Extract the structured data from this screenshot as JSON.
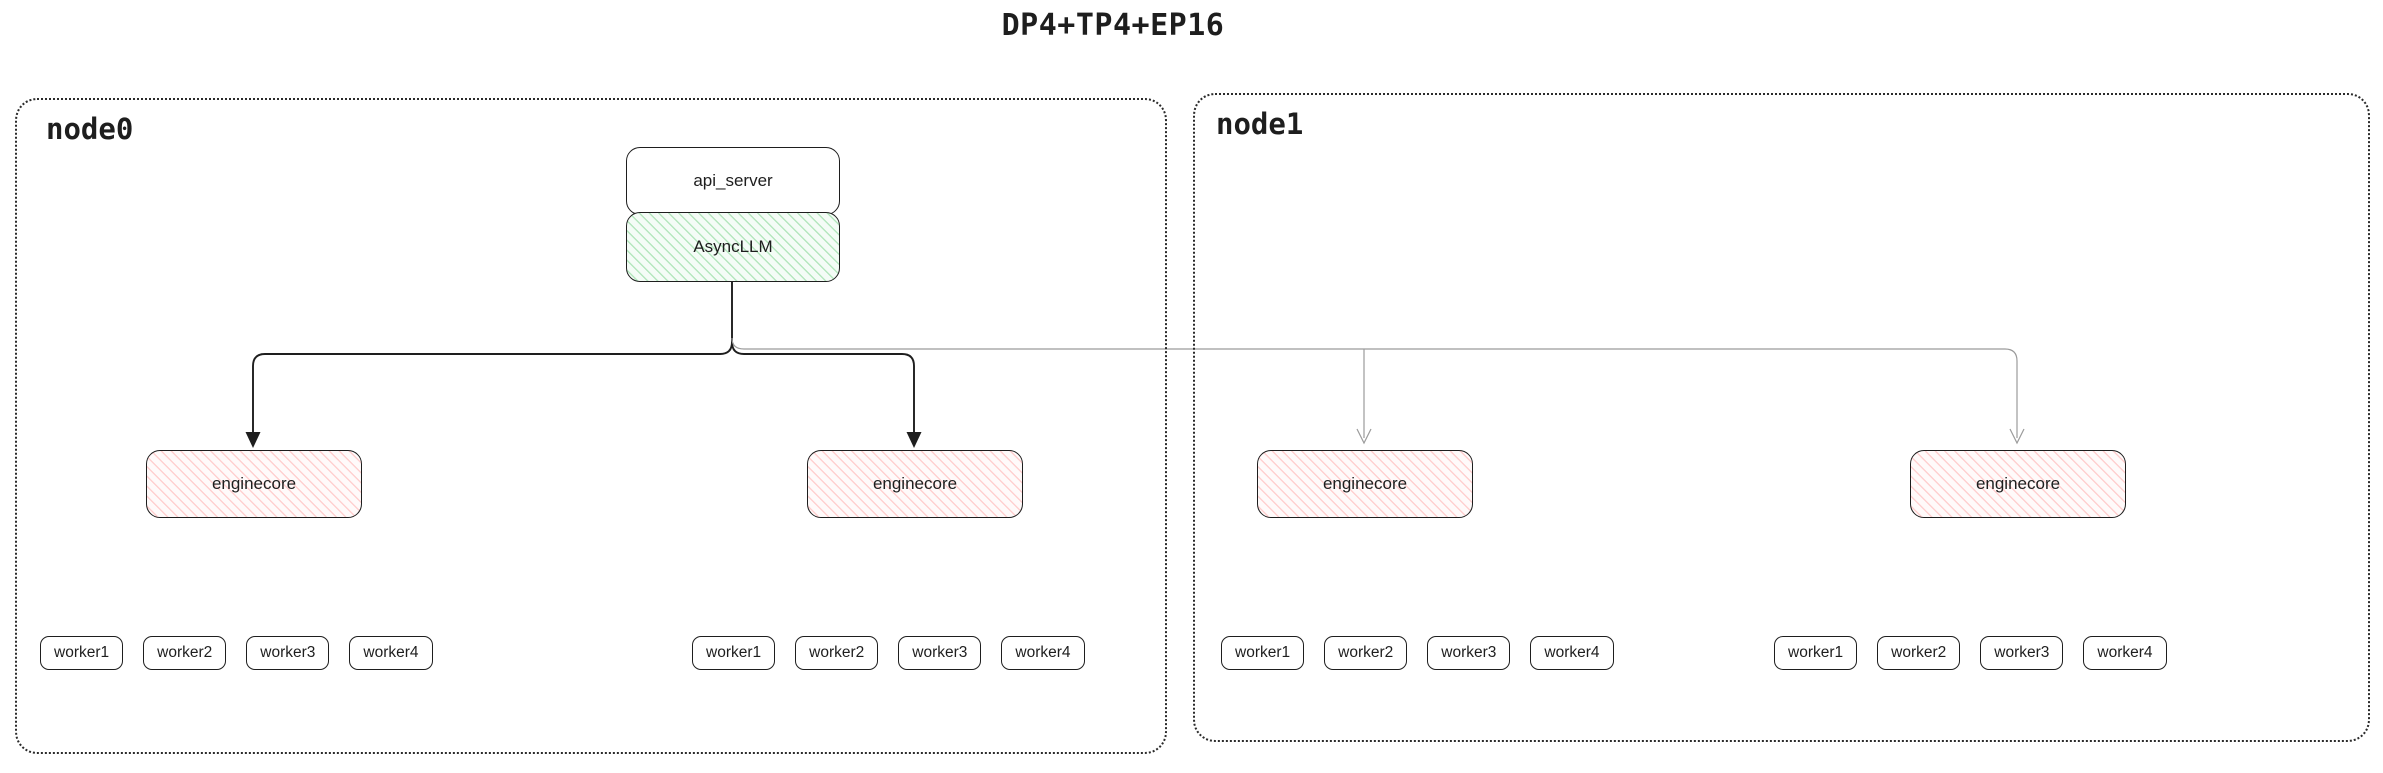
{
  "title": "DP4+TP4+EP16",
  "colors": {
    "primary_stroke": "#1e1e1e",
    "secondary_stroke": "#9b9b9b",
    "async_llm_fill": "#f4fcf6",
    "async_llm_hatch": "#69db7c",
    "enginecore_fill": "#fffafa",
    "enginecore_hatch": "#ff8787",
    "box_background": "#ffffff"
  },
  "nodes": [
    {
      "label": "node0",
      "api_server_label": "api_server",
      "async_llm_label": "AsyncLLM",
      "enginecores": [
        {
          "label": "enginecore",
          "workers": [
            "worker1",
            "worker2",
            "worker3",
            "worker4"
          ]
        },
        {
          "label": "enginecore",
          "workers": [
            "worker1",
            "worker2",
            "worker3",
            "worker4"
          ]
        }
      ]
    },
    {
      "label": "node1",
      "enginecores": [
        {
          "label": "enginecore",
          "workers": [
            "worker1",
            "worker2",
            "worker3",
            "worker4"
          ]
        },
        {
          "label": "enginecore",
          "workers": [
            "worker1",
            "worker2",
            "worker3",
            "worker4"
          ]
        }
      ]
    }
  ]
}
